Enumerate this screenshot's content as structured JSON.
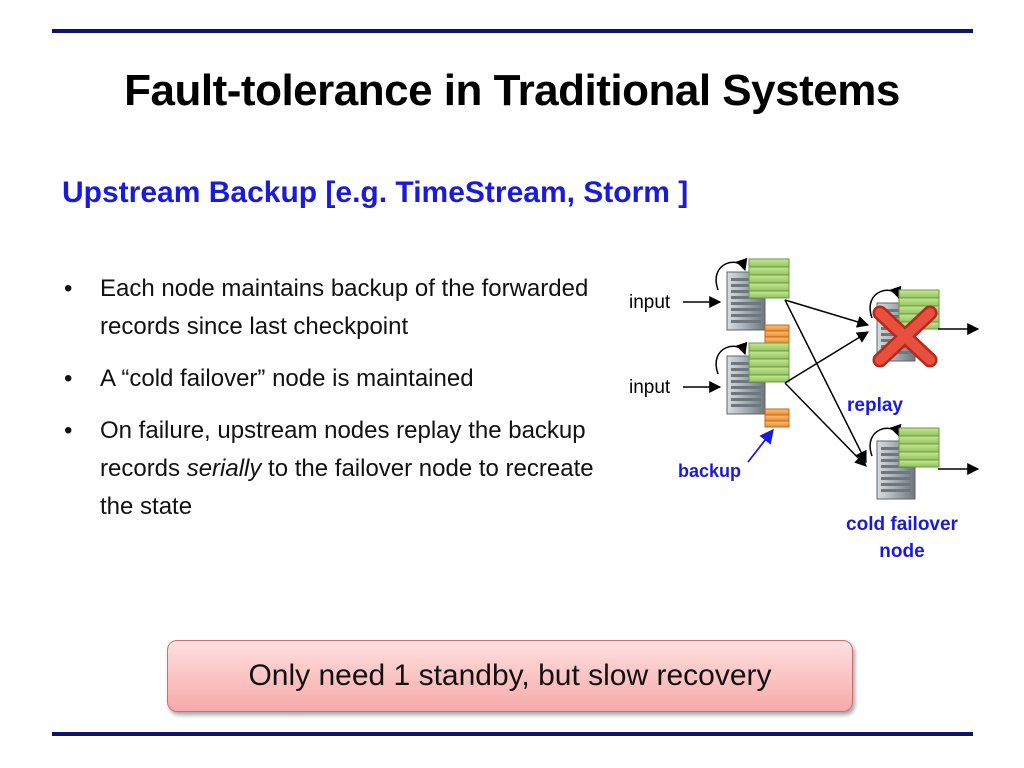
{
  "slide": {
    "title": "Fault-tolerance in Traditional Systems",
    "subtitle": "Upstream Backup [e.g. TimeStream, Storm ]",
    "bullets": [
      {
        "before": "Each node maintains backup of the forwarded records since last checkpoint",
        "italic": "",
        "after": ""
      },
      {
        "before": "A “cold failover” node is maintained",
        "italic": "",
        "after": ""
      },
      {
        "before": "On failure, upstream nodes replay the backup records ",
        "italic": "serially",
        "after": " to the failover node to recreate the state"
      }
    ],
    "bullet_char": "•",
    "callout": "Only need 1 standby, but slow recovery"
  },
  "diagram": {
    "labels": {
      "input_top": "input",
      "input_bottom": "input",
      "backup": "backup",
      "replay": "replay",
      "failover_line1": "cold failover",
      "failover_line2": "node"
    },
    "colors": {
      "annotation": "#1a1adb",
      "failure_mark": "#e03a2a",
      "state_stack": "#a7d46b",
      "backup_stack": "#f59a3c",
      "server": "#9aa3ab"
    },
    "icons": [
      "server-icon",
      "state-stack-icon",
      "backup-stack-icon",
      "self-loop-arrow-icon",
      "failure-x-icon"
    ]
  }
}
